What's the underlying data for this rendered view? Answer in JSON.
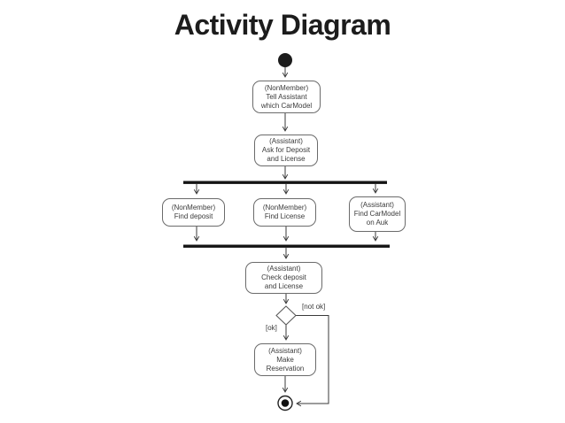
{
  "title": "Activity Diagram",
  "colors": {
    "line": "#3a3a3a",
    "bar": "#141414",
    "box_border": "#6b6b6b",
    "text": "#3b3b3b",
    "title_text": "#1c1c1c",
    "background": "#ffffff"
  },
  "nodes": {
    "tell_assistant": {
      "lines": [
        "(NonMember)",
        "Tell Assistant",
        "which CarModel"
      ]
    },
    "ask_deposit": {
      "lines": [
        "(Assistant)",
        "Ask for Deposit",
        "and License"
      ]
    },
    "find_deposit": {
      "lines": [
        "(NonMember)",
        "Find deposit"
      ]
    },
    "find_license": {
      "lines": [
        "(NonMember)",
        "Find License"
      ]
    },
    "find_carmodel": {
      "lines": [
        "(Assistant)",
        "Find CarModel",
        "on Auk"
      ]
    },
    "check_deposit": {
      "lines": [
        "(Assistant)",
        "Check deposit",
        "and License"
      ]
    },
    "make_reservation": {
      "lines": [
        "(Assistant)",
        "Make",
        "Reservation"
      ]
    }
  },
  "guards": {
    "ok": "[ok]",
    "not_ok": "[not ok]"
  }
}
